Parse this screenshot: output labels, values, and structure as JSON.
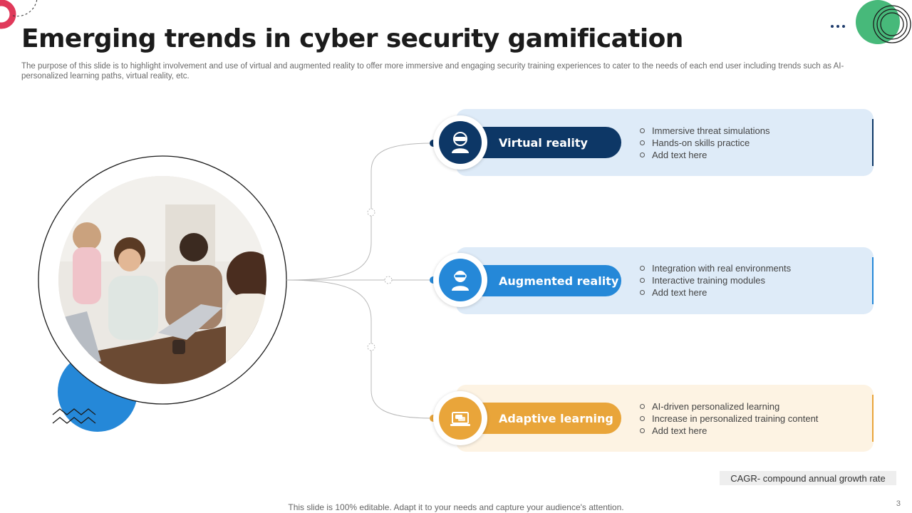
{
  "slide": {
    "title": "Emerging trends in cyber security gamification",
    "subtitle": "The purpose of this slide is to highlight involvement and use of virtual and augmented reality to offer more immersive and engaging security training experiences to cater to the needs of each end user including trends such as AI-personalized learning paths, virtual reality, etc.",
    "footer": "This slide is 100% editable. Adapt it to your needs and capture your audience's attention.",
    "page_number": "3",
    "note": "CAGR- compound annual growth rate"
  },
  "colors": {
    "navy": "#0d3766",
    "blue": "#2588d8",
    "orange": "#e9a53a",
    "card_blue": "#deebf8",
    "card_orange": "#fdf3e3",
    "accent_red": "#e0395a",
    "accent_green": "#47b97a"
  },
  "trends": [
    {
      "label": "Virtual reality",
      "icon": "vr-headset-user-icon",
      "bullets": [
        "Immersive threat simulations",
        "Hands-on skills practice",
        "Add text here"
      ]
    },
    {
      "label": "Augmented reality",
      "icon": "ar-glasses-user-icon",
      "bullets": [
        "Integration with real environments",
        "Interactive training modules",
        "Add text here"
      ]
    },
    {
      "label": "Adaptive learning",
      "icon": "laptop-chat-icon",
      "bullets": [
        "AI-driven personalized learning",
        "Increase in personalized training content",
        "Add text here"
      ]
    }
  ]
}
